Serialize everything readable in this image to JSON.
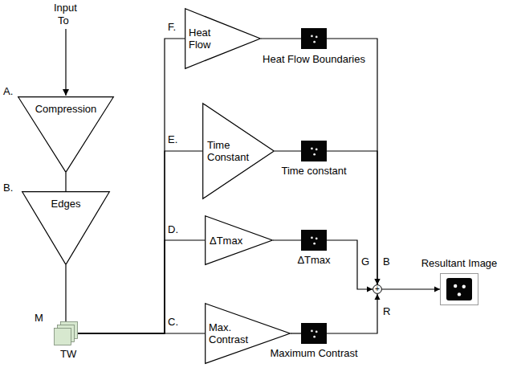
{
  "diagram": {
    "nodes": [
      {
        "text": [
          "Compression"
        ]
      },
      {
        "text": [
          "Edges"
        ]
      },
      {
        "text": [
          "M",
          "TW"
        ]
      },
      {
        "text": [
          "Heat Flow"
        ]
      },
      {
        "text": [
          "Heat Flow Boundaries"
        ]
      },
      {
        "text": [
          "Time Constant"
        ]
      },
      {
        "text": [
          "Time constant"
        ]
      },
      {
        "text": [
          "ΔTmax"
        ]
      },
      {
        "text": [
          "ΔTmax"
        ]
      },
      {
        "text": [
          "Max. Contrast"
        ]
      },
      {
        "text": [
          "Maximum Contrast"
        ]
      },
      {
        "text": [
          "+"
        ]
      },
      {
        "text": [
          "Resultant Image"
        ]
      }
    ],
    "edges": [
      {
        "from": 0,
        "to": 1,
        "arrow": "none"
      },
      {
        "from": 1,
        "to": 2,
        "arrow": "none"
      },
      {
        "from": 2,
        "to": 3,
        "arrow": "none"
      },
      {
        "from": 2,
        "to": 5,
        "arrow": "none"
      },
      {
        "from": 2,
        "to": 7,
        "arrow": "none"
      },
      {
        "from": 2,
        "to": 9,
        "arrow": "none"
      },
      {
        "from": 3,
        "to": 4,
        "arrow": "none"
      },
      {
        "from": 5,
        "to": 6,
        "arrow": "none"
      },
      {
        "from": 7,
        "to": 8,
        "arrow": "none"
      },
      {
        "from": 9,
        "to": 10,
        "arrow": "none"
      },
      {
        "from": 4,
        "to": 11,
        "arrow": "to"
      },
      {
        "from": 6,
        "to": 11,
        "label": "B",
        "arrow": "to"
      },
      {
        "from": 8,
        "to": 11,
        "label": "G",
        "arrow": "to"
      },
      {
        "from": 10,
        "to": 11,
        "label": "R",
        "arrow": "to"
      },
      {
        "from": 11,
        "to": 12,
        "arrow": "to"
      }
    ],
    "labels": [
      "Input",
      "To",
      "A.",
      "B.",
      "F.",
      "E.",
      "D.",
      "C."
    ]
  }
}
